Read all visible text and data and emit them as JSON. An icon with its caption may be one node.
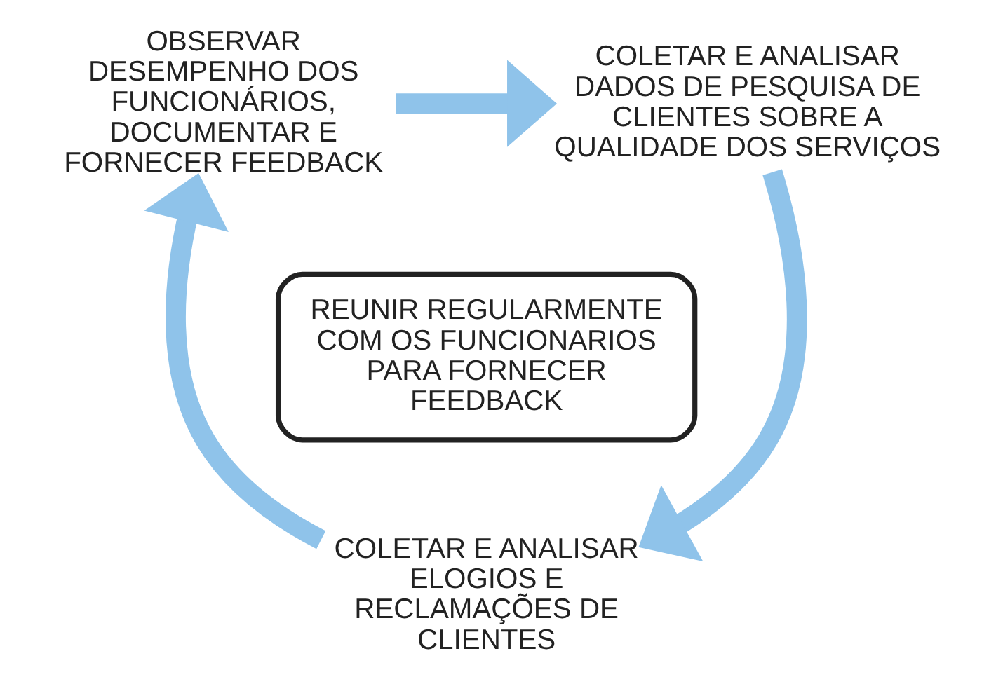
{
  "diagram": {
    "nodes": [
      {
        "text": [
          "OBSERVAR DESEMPENHO DOS FUNCIONÁRIOS, DOCUMENTAR E FORNECER FEEDBACK"
        ]
      },
      {
        "text": [
          "COLETAR E ANALISAR DADOS DE PESQUISA DE CLIENTES SOBRE A QUALIDADE DOS SERVIÇOS"
        ]
      },
      {
        "text": [
          "COLETAR E ANALISAR ELOGIOS E RECLAMAÇÕES DE CLIENTES"
        ]
      },
      {
        "text": [
          "REUNIR REGULARMENTE COM OS FUNCIONARIOS PARA FORNECER FEEDBACK"
        ]
      }
    ],
    "edges": [
      {
        "from": 0,
        "to": 1,
        "arrow": "to"
      },
      {
        "from": 1,
        "to": 2,
        "arrow": "to"
      },
      {
        "from": 2,
        "to": 0,
        "arrow": "to"
      }
    ]
  }
}
